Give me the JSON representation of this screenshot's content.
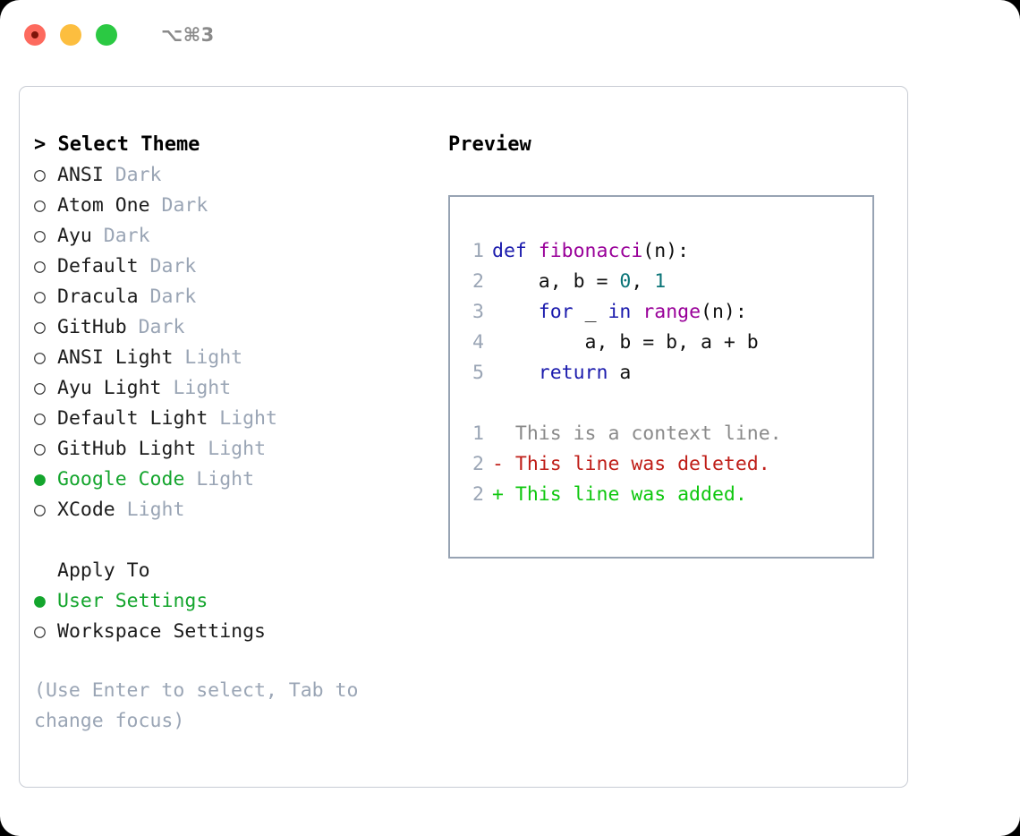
{
  "titlebar": {
    "shortcut": "⌥⌘3",
    "buttons": [
      {
        "name": "close",
        "color": "#fd6a5e"
      },
      {
        "name": "minimize",
        "color": "#fcbe3f"
      },
      {
        "name": "maximize",
        "color": "#2bc943"
      }
    ]
  },
  "theme_panel": {
    "heading": "> Select Theme",
    "bullet_unselected": "○",
    "bullet_selected": "●",
    "items": [
      {
        "bullet": "○",
        "name": "ANSI",
        "kind": "Dark",
        "selected": false
      },
      {
        "bullet": "○",
        "name": "Atom One",
        "kind": "Dark",
        "selected": false
      },
      {
        "bullet": "○",
        "name": "Ayu",
        "kind": "Dark",
        "selected": false
      },
      {
        "bullet": "○",
        "name": "Default",
        "kind": "Dark",
        "selected": false
      },
      {
        "bullet": "○",
        "name": "Dracula",
        "kind": "Dark",
        "selected": false
      },
      {
        "bullet": "○",
        "name": "GitHub",
        "kind": "Dark",
        "selected": false
      },
      {
        "bullet": "○",
        "name": "ANSI Light",
        "kind": "Light",
        "selected": false
      },
      {
        "bullet": "○",
        "name": "Ayu Light",
        "kind": "Light",
        "selected": false
      },
      {
        "bullet": "○",
        "name": "Default Light",
        "kind": "Light",
        "selected": false
      },
      {
        "bullet": "○",
        "name": "GitHub Light",
        "kind": "Light",
        "selected": false
      },
      {
        "bullet": "●",
        "name": "Google Code",
        "kind": "Light",
        "selected": true
      },
      {
        "bullet": "○",
        "name": "XCode",
        "kind": "Light",
        "selected": false
      }
    ]
  },
  "apply_to": {
    "heading": "Apply To",
    "options": [
      {
        "bullet": "●",
        "label": "User Settings",
        "selected": true
      },
      {
        "bullet": "○",
        "label": "Workspace Settings",
        "selected": false
      }
    ]
  },
  "hint": "(Use Enter to select, Tab to change focus)",
  "preview": {
    "heading": "Preview",
    "code_lines": [
      {
        "ln": "1",
        "tokens": [
          {
            "t": "def ",
            "c": "tok-kw"
          },
          {
            "t": "fibonacci",
            "c": "tok-fn"
          },
          {
            "t": "(n):",
            "c": "tok-pl"
          }
        ]
      },
      {
        "ln": "2",
        "tokens": [
          {
            "t": "    a, b = ",
            "c": "tok-pl"
          },
          {
            "t": "0",
            "c": "tok-num"
          },
          {
            "t": ", ",
            "c": "tok-pl"
          },
          {
            "t": "1",
            "c": "tok-num"
          }
        ]
      },
      {
        "ln": "3",
        "tokens": [
          {
            "t": "    ",
            "c": "tok-pl"
          },
          {
            "t": "for",
            "c": "tok-kw"
          },
          {
            "t": " _ ",
            "c": "tok-pl"
          },
          {
            "t": "in",
            "c": "tok-kw"
          },
          {
            "t": " ",
            "c": "tok-pl"
          },
          {
            "t": "range",
            "c": "tok-fn"
          },
          {
            "t": "(n):",
            "c": "tok-pl"
          }
        ]
      },
      {
        "ln": "4",
        "tokens": [
          {
            "t": "        a, b = b, a + b",
            "c": "tok-pl"
          }
        ]
      },
      {
        "ln": "5",
        "tokens": [
          {
            "t": "    ",
            "c": "tok-pl"
          },
          {
            "t": "return",
            "c": "tok-kw"
          },
          {
            "t": " a",
            "c": "tok-pl"
          }
        ]
      }
    ],
    "diff_lines": [
      {
        "ln": "1",
        "marker": " ",
        "text": " This is a context line.",
        "c": "tok-ctx"
      },
      {
        "ln": "2",
        "marker": "-",
        "text": " This line was deleted.",
        "c": "tok-del"
      },
      {
        "ln": "2",
        "marker": "+",
        "text": " This line was added.",
        "c": "tok-add"
      }
    ]
  },
  "colors": {
    "accent_green": "#14a52d",
    "muted": "#9aa5b5",
    "keyword": "#1b1bad",
    "function": "#990099",
    "number": "#0a7477",
    "deleted": "#bf1e18",
    "added": "#0fc70f",
    "panel_border": "#c8ccd4",
    "preview_border": "#97a3b3"
  }
}
